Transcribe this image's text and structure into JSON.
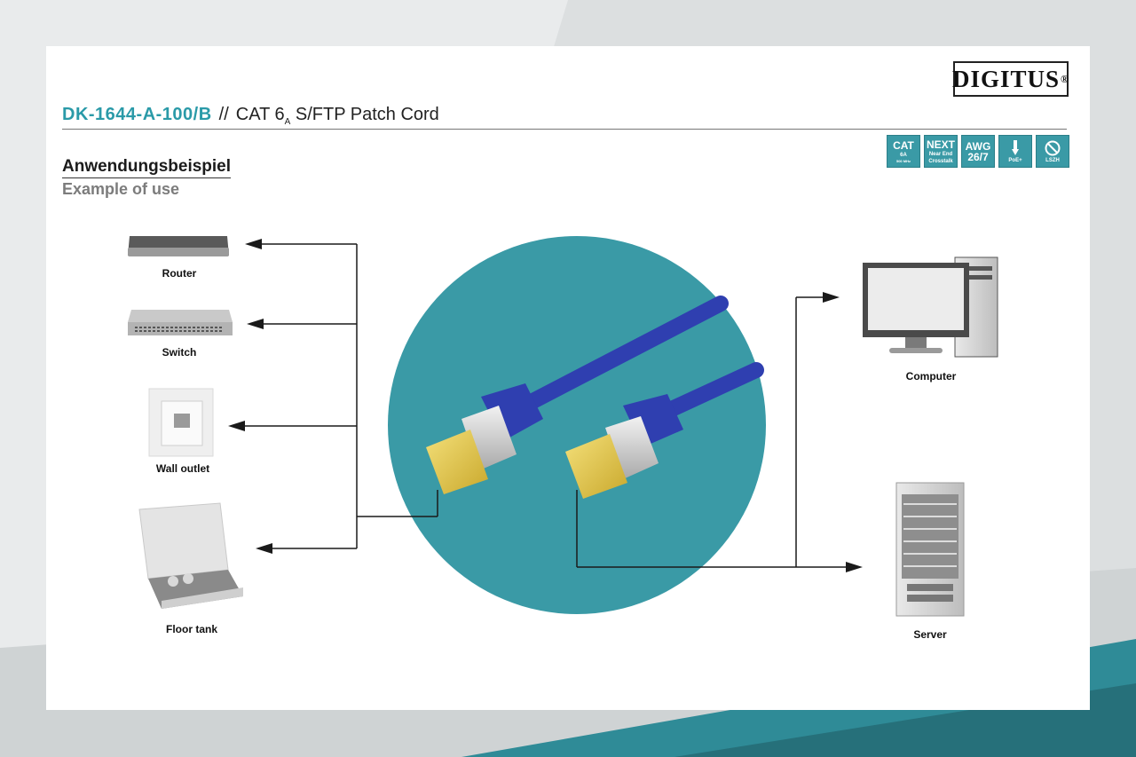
{
  "brand": {
    "logo_text": "DIGITUS",
    "logo_mark": "®"
  },
  "header": {
    "product_code": "DK-1644-A-100/B",
    "separator": "//",
    "cat_main": "CAT 6",
    "cat_sub": "A",
    "description": "S/FTP Patch Cord"
  },
  "badges": [
    {
      "icon": "cat-6a-icon",
      "line1": "CAT",
      "line2": "6A",
      "line3": "500 MHz"
    },
    {
      "icon": "next-icon",
      "line1": "NEXT",
      "line2": "Near End",
      "line3": "Crosstalk"
    },
    {
      "icon": "awg-icon",
      "line1": "AWG",
      "line2": "26/7",
      "line3": ""
    },
    {
      "icon": "poe-plus-icon",
      "line1": "",
      "line2": "PoE+",
      "line3": ""
    },
    {
      "icon": "lszh-icon",
      "line1": "",
      "line2": "LSZH",
      "line3": ""
    }
  ],
  "section": {
    "title_de": "Anwendungsbeispiel",
    "title_en": "Example of use"
  },
  "devices": {
    "router": "Router",
    "switch": "Switch",
    "wall_outlet": "Wall outlet",
    "floor_tank": "Floor tank",
    "computer": "Computer",
    "server": "Server"
  },
  "colors": {
    "accent": "#2a9aa8",
    "circle": "#3a9aa6",
    "cable": "#2f3fb0",
    "connector_gold": "#e6c84a",
    "arrow": "#1a1a1a"
  }
}
